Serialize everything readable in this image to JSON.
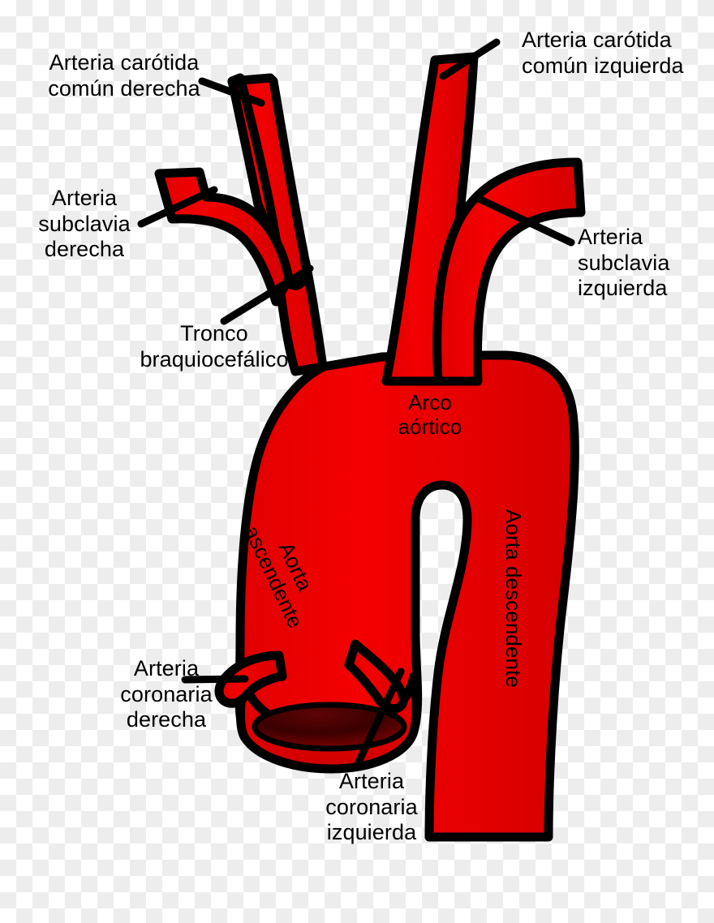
{
  "figure": {
    "title": "Arco aórtico y sus ramas",
    "language": "es",
    "background": "transparency-checkerboard",
    "colors": {
      "vessel_fill": "#ee0000",
      "vessel_fill_dark": "#cc0000",
      "outline": "#000000",
      "lumen_shadow": "#3a0000",
      "label_text": "#000000",
      "checker_light": "#ffffff",
      "checker_dark": "#ededed"
    }
  },
  "labels": {
    "right_common_carotid": "Arteria carótida\ncomún derecha",
    "left_common_carotid": "Arteria carótida\ncomún izquierda",
    "right_subclavian": "Arteria\nsubclavia\nderecha",
    "left_subclavian": "Arteria\nsubclavia\nizquierda",
    "brachiocephalic_trunk": "Tronco\nbraquiocefálico",
    "aortic_arch": "Arco\naórtico",
    "ascending_aorta": "Aorta\nascendente",
    "descending_aorta": "Aorta descendente",
    "right_coronary": "Arteria\ncoronaria\nderecha",
    "left_coronary": "Arteria\ncoronaria\nizquierda"
  }
}
